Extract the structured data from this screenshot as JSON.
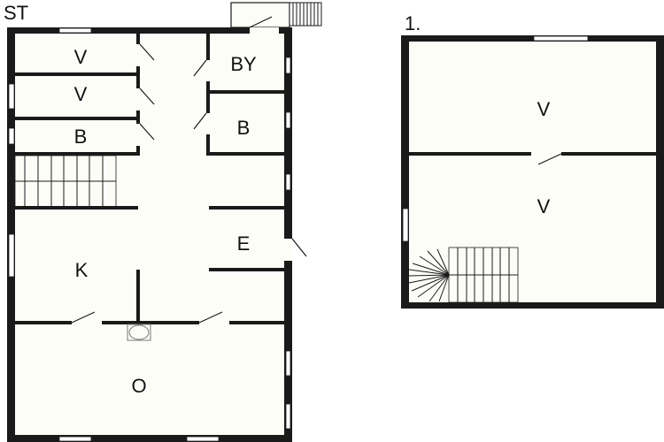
{
  "floors": [
    {
      "title": "ST",
      "rooms": [
        {
          "label": "V",
          "name": "bedroom-1"
        },
        {
          "label": "V",
          "name": "bedroom-2"
        },
        {
          "label": "B",
          "name": "bathroom-1"
        },
        {
          "label": "BY",
          "name": "utility-room"
        },
        {
          "label": "B",
          "name": "bathroom-2"
        },
        {
          "label": "E",
          "name": "entrance"
        },
        {
          "label": "K",
          "name": "kitchen"
        },
        {
          "label": "O",
          "name": "living-room"
        }
      ]
    },
    {
      "title": "1.",
      "rooms": [
        {
          "label": "V",
          "name": "upper-bedroom-1"
        },
        {
          "label": "V",
          "name": "upper-bedroom-2"
        }
      ]
    }
  ],
  "colors": {
    "wall": "#1a1a1a",
    "floor_fill": "#fdfdf8",
    "background": "#ffffff"
  }
}
